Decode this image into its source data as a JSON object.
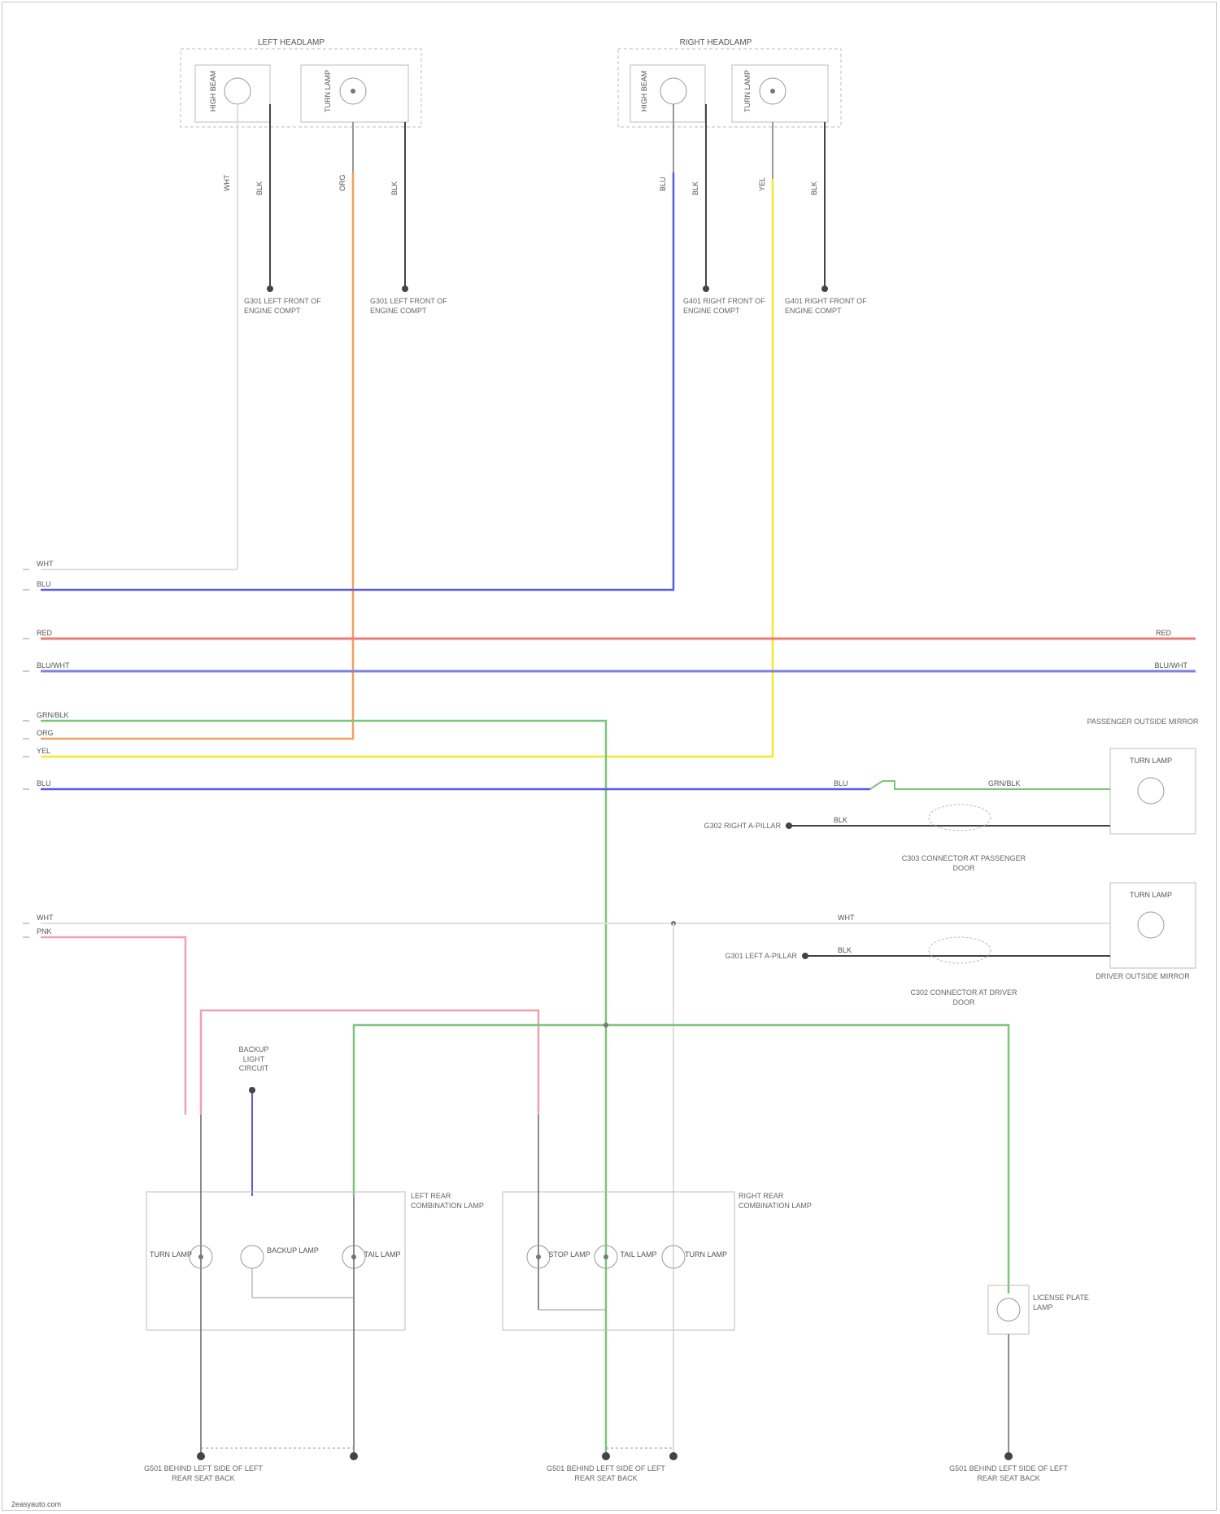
{
  "diagram": {
    "colors": {
      "white": "#dedede",
      "blue": "#5a5ae6",
      "red": "#f07878",
      "orange": "#f0a060",
      "yellow": "#f2e830",
      "green": "#7cc47c",
      "pink": "#f0a0b0",
      "black": "#444444",
      "box": "#bdbdbd"
    },
    "headlamps": {
      "left": {
        "title": "LEFT HEADLAMP",
        "low_beam": "HIGH BEAM",
        "turn": "TURN LAMP"
      },
      "right": {
        "title": "RIGHT HEADLAMP",
        "low_beam": "HIGH BEAM",
        "turn": "TURN LAMP"
      }
    },
    "top_wires": {
      "lh1": "WHT",
      "lh2": "BLK",
      "lh3": "ORG",
      "lh4": "BLK",
      "rh1": "BLU",
      "rh2": "BLK",
      "rh3": "YEL",
      "rh4": "BLK"
    },
    "grounds_top": {
      "g1": "G301 LEFT FRONT OF ENGINE COMPT",
      "g2": "G301 LEFT FRONT OF ENGINE COMPT",
      "g3": "G401 RIGHT FRONT OF ENGINE COMPT",
      "g4": "G401 RIGHT FRONT OF ENGINE COMPT"
    },
    "bus": {
      "w1": "WHT",
      "w2": "BLU",
      "w3": "RED",
      "w4": "BLU/WHT",
      "w5": "GRN/BLK",
      "w6": "ORG",
      "w7": "YEL",
      "w8": "BLU",
      "w9": "WHT",
      "w10": "PNK",
      "w3_right": "RED",
      "w4_right": "BLU/WHT"
    },
    "side_mirrors": {
      "passenger": {
        "title": "PASSENGER OUTSIDE MIRROR",
        "lamp": "TURN LAMP",
        "connector": "C303 CONNECTOR AT PASSENGER DOOR",
        "ground": "G302 RIGHT A-PILLAR",
        "wire_a": "BLU",
        "wire_b": "GRN/BLK",
        "wire_c": "BLK"
      },
      "driver": {
        "title": "DRIVER OUTSIDE MIRROR",
        "lamp": "TURN LAMP",
        "connector": "C302 CONNECTOR AT DRIVER DOOR",
        "ground": "G301 LEFT A-PILLAR",
        "wire_a": "WHT",
        "wire_c": "BLK"
      }
    },
    "rear": {
      "backup_feed": "BACKUP LIGHT CIRCUIT",
      "left_combo": {
        "title": "LEFT REAR COMBINATION LAMP",
        "lamp1": "TURN LAMP",
        "lamp2": "BACKUP LAMP",
        "lamp3": "TAIL LAMP"
      },
      "right_combo": {
        "title": "RIGHT REAR COMBINATION LAMP",
        "lamp1": "STOP LAMP",
        "lamp2": "TAIL LAMP",
        "lamp3": "TURN LAMP"
      },
      "license": "LICENSE PLATE LAMP",
      "grounds": {
        "left": "G501 BEHIND LEFT SIDE OF LEFT REAR SEAT BACK",
        "center": "G501 BEHIND LEFT SIDE OF LEFT REAR SEAT BACK",
        "right": "G501 BEHIND LEFT SIDE OF LEFT REAR SEAT BACK"
      }
    },
    "watermark": "2easyauto.com"
  }
}
